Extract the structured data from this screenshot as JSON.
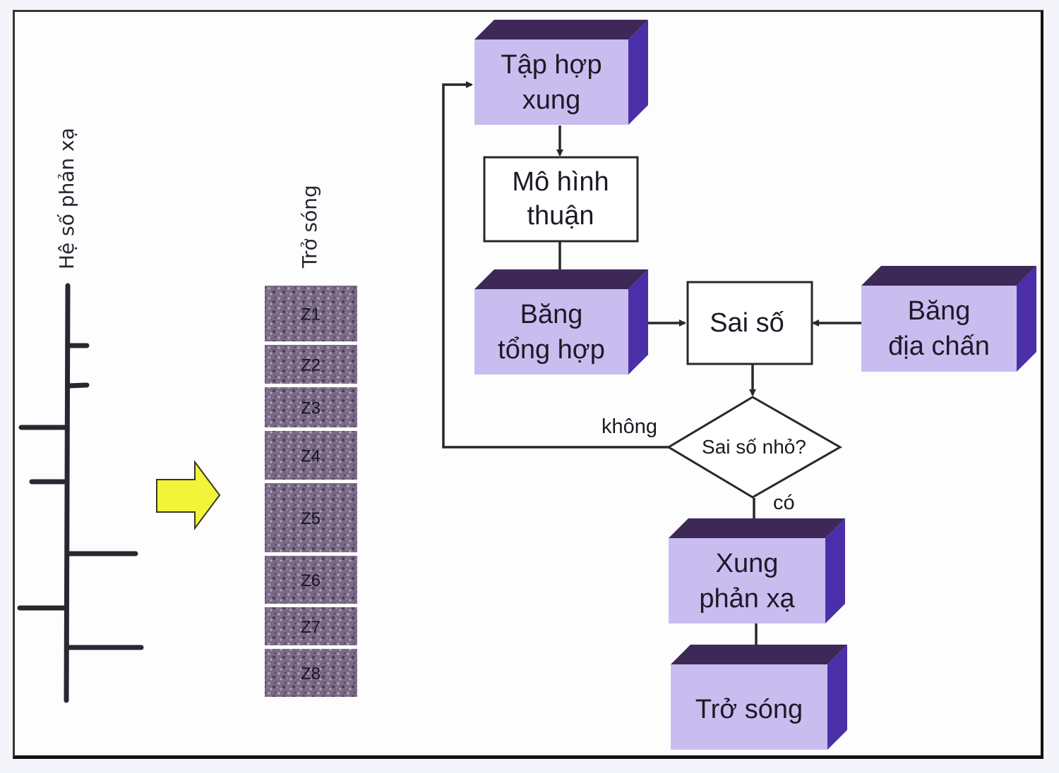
{
  "left_panel": {
    "reflectivity_label": "Hệ số phản xạ",
    "impedance_label": "Trở sóng",
    "layers": [
      "Z1",
      "Z2",
      "Z3",
      "Z4",
      "Z5",
      "Z6",
      "Z7",
      "Z8"
    ],
    "arrow_icon": "right-arrow"
  },
  "flowchart": {
    "pulse_set": [
      "Tập hợp",
      "xung"
    ],
    "forward_model": [
      "Mô hình",
      "thuận"
    ],
    "synthetic_trace": [
      "Băng",
      "tổng hợp"
    ],
    "error": "Sai số",
    "seismic_trace": [
      "Băng",
      "địa chấn"
    ],
    "decision": "Sai số nhỏ?",
    "no_label": "không",
    "yes_label": "có",
    "reflection_pulse": [
      "Xung",
      "phản xạ"
    ],
    "impedance": "Trở sóng"
  },
  "colors": {
    "box_front": "#c9bdf0",
    "box_top": "#3e2858",
    "box_side": "#4a2fa8",
    "arrow_fill": "#f2f43a",
    "line": "#2a262c"
  }
}
